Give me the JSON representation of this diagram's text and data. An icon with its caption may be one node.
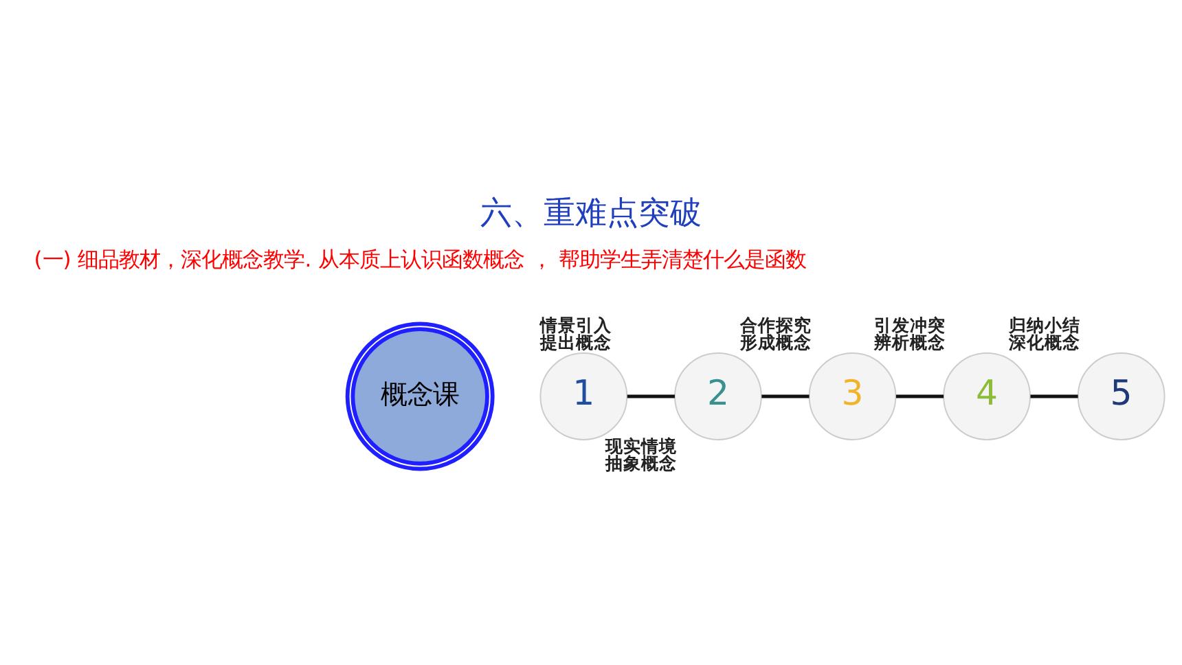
{
  "diagram": {
    "title": "六、重难点突破",
    "nodes": [
      {
        "text": [
          "概念课"
        ]
      },
      {
        "text": [
          "1"
        ],
        "beside": [
          "情景引入提出概念"
        ]
      },
      {
        "text": [
          "2"
        ],
        "beside": [
          "现实情境抽象概念"
        ]
      },
      {
        "text": [
          "3"
        ],
        "beside": [
          "合作探究形成概念"
        ]
      },
      {
        "text": [
          "4"
        ],
        "beside": [
          "引发冲突辨析概念"
        ]
      },
      {
        "text": [
          "5"
        ],
        "beside": [
          "归纳小结深化概念"
        ]
      }
    ],
    "edges": [
      {
        "from": 1,
        "to": 2,
        "arrow": "none"
      },
      {
        "from": 2,
        "to": 3,
        "arrow": "none"
      },
      {
        "from": 3,
        "to": 4,
        "arrow": "none"
      },
      {
        "from": 4,
        "to": 5,
        "arrow": "none"
      }
    ],
    "labels": [
      "(一) 细品教材，深化概念教学. 从本质上认识函数概念 ， 帮助学生弄清楚什么是函数"
    ]
  }
}
